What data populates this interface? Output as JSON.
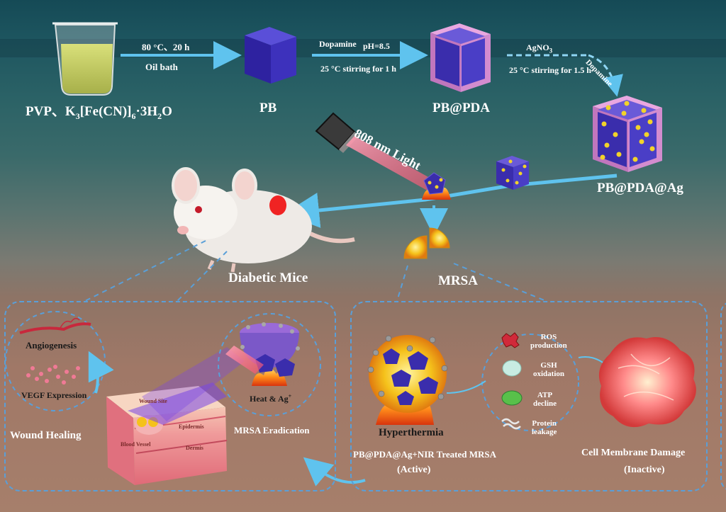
{
  "synthesis": {
    "step1_label_a": "80 °C、20 h",
    "step1_label_b": "Oil bath",
    "precursor_label_main": "PVP、K",
    "precursor_label_tail": "[Fe(CN)]",
    "precursor_sub_3": "3",
    "precursor_sub_6": "6",
    "precursor_dot": "·3H",
    "precursor_sub_2": "2",
    "precursor_o": "O",
    "pb_label": "PB",
    "step2_dopamine": "Dopamine",
    "step2_ph": "pH=8.5",
    "step2_cond": "25 °C stirring for 1 h",
    "pbpda_label": "PB@PDA",
    "step3_agno": "AgNO",
    "step3_sub": "3",
    "step3_cond": "25 °C stirring for 1.5 h",
    "step3_dopamine": "Dopamine",
    "pbpdaag_label": "PB@PDA@Ag"
  },
  "treatment": {
    "light_label": "808 nm Light",
    "mice_label": "Diabetic Mice",
    "mrsa_label": "MRSA"
  },
  "left_panel": {
    "angiogenesis": "Angiogenesis",
    "vegf": "VEGF Expression",
    "wound_healing": "Wound Healing",
    "wound_site": "Wound Site",
    "epidermis": "Epidermis",
    "blood_vessel": "Blood Vessel",
    "dermis": "Dermis",
    "heat_ag": "Heat & Ag",
    "heat_ag_sup": "+",
    "mrsa_eradication": "MRSA Eradication"
  },
  "right_panel": {
    "hyperthermia": "Hyperthermia",
    "ros": "ROS\nproduction",
    "gsh": "GSH\noxidation",
    "atp": "ATP\ndecline",
    "protein": "Protein\nleakage",
    "treated": "PB@PDA@Ag+NIR Treated MRSA",
    "active": "(Active)",
    "membrane": "Cell Membrane Damage",
    "inactive": "(Inactive)"
  },
  "colors": {
    "arrow": "#5fc3ee",
    "dash": "#5a9fd8",
    "cube": "#3d2fb2",
    "pda_shell": "#d58ccf",
    "ag_dot": "#f2d32a",
    "laser": "#ff5a7a",
    "mrsa_core": "#f5c21b"
  }
}
